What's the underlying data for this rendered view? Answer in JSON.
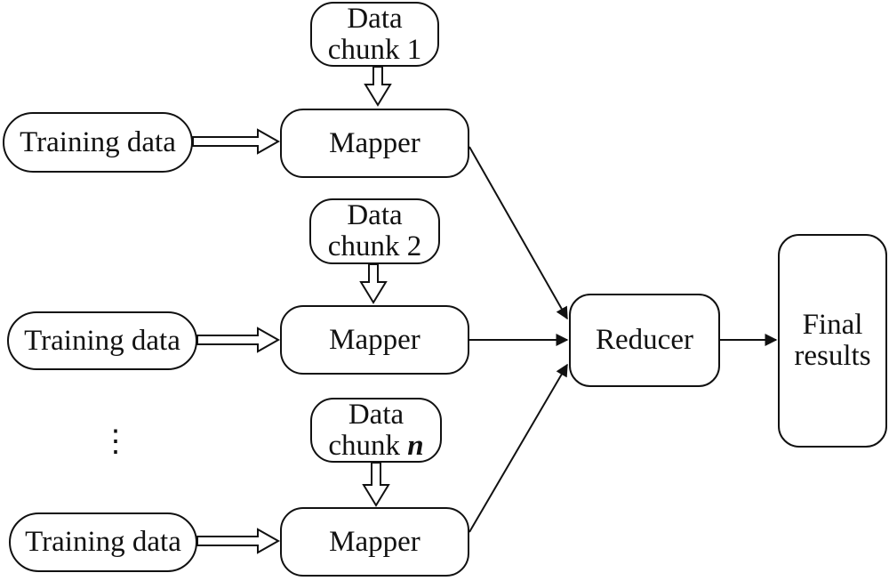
{
  "chunks": [
    {
      "line1": "Data",
      "line2": "chunk",
      "index": "1",
      "index_italic": false
    },
    {
      "line1": "Data",
      "line2": "chunk",
      "index": "2",
      "index_italic": false
    },
    {
      "line1": "Data",
      "line2": "chunk",
      "index": "n",
      "index_italic": true
    }
  ],
  "training": [
    "Training data",
    "Training data",
    "Training data"
  ],
  "mappers": [
    "Mapper",
    "Mapper",
    "Mapper"
  ],
  "reducer": "Reducer",
  "final": {
    "line1": "Final",
    "line2": "results"
  },
  "ellipsis": "⋮",
  "colors": {
    "stroke": "#111111",
    "background": "#ffffff"
  }
}
